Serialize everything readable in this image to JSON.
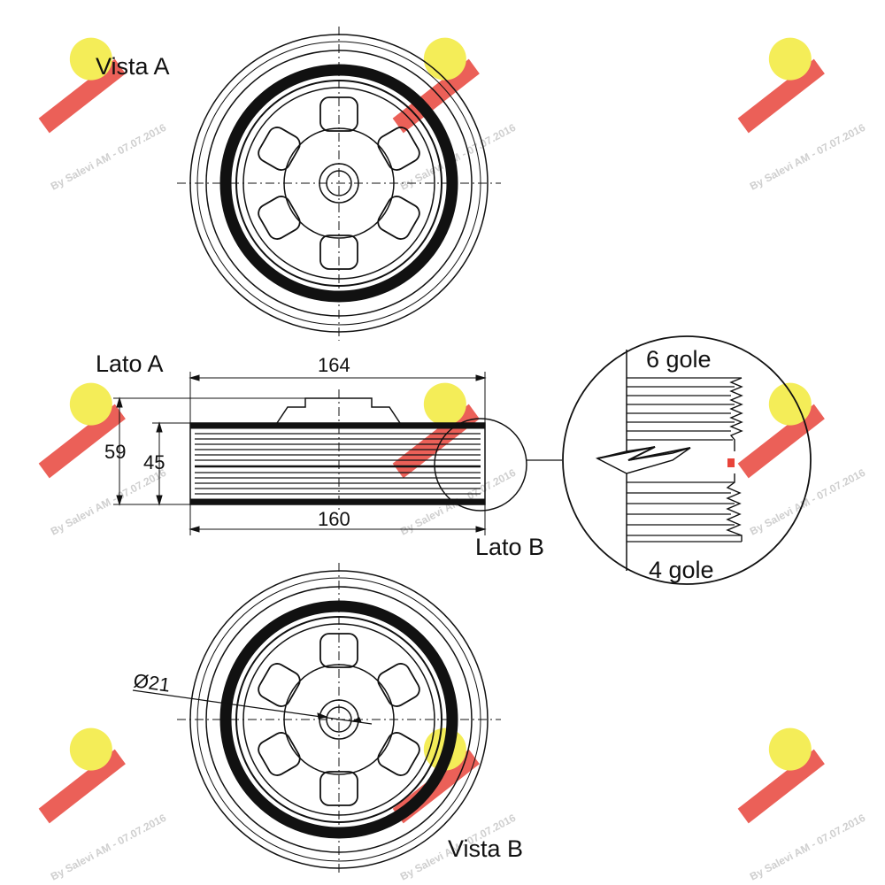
{
  "views": {
    "top_label": "Vista A",
    "bottom_label": "Vista B",
    "side_a_label": "Lato A",
    "side_b_label": "Lato B"
  },
  "dimensions": {
    "outer_width": "164",
    "inner_width": "160",
    "total_height": "59",
    "belt_height": "45",
    "bore_diameter": "Ø21"
  },
  "detail": {
    "upper_grooves": "6 gole",
    "lower_grooves": "4 gole"
  },
  "watermark": {
    "text": "By Salevi AM - 07.07.2016",
    "logo_color": "#e8443a",
    "badge_color": "#f3ea3a"
  }
}
